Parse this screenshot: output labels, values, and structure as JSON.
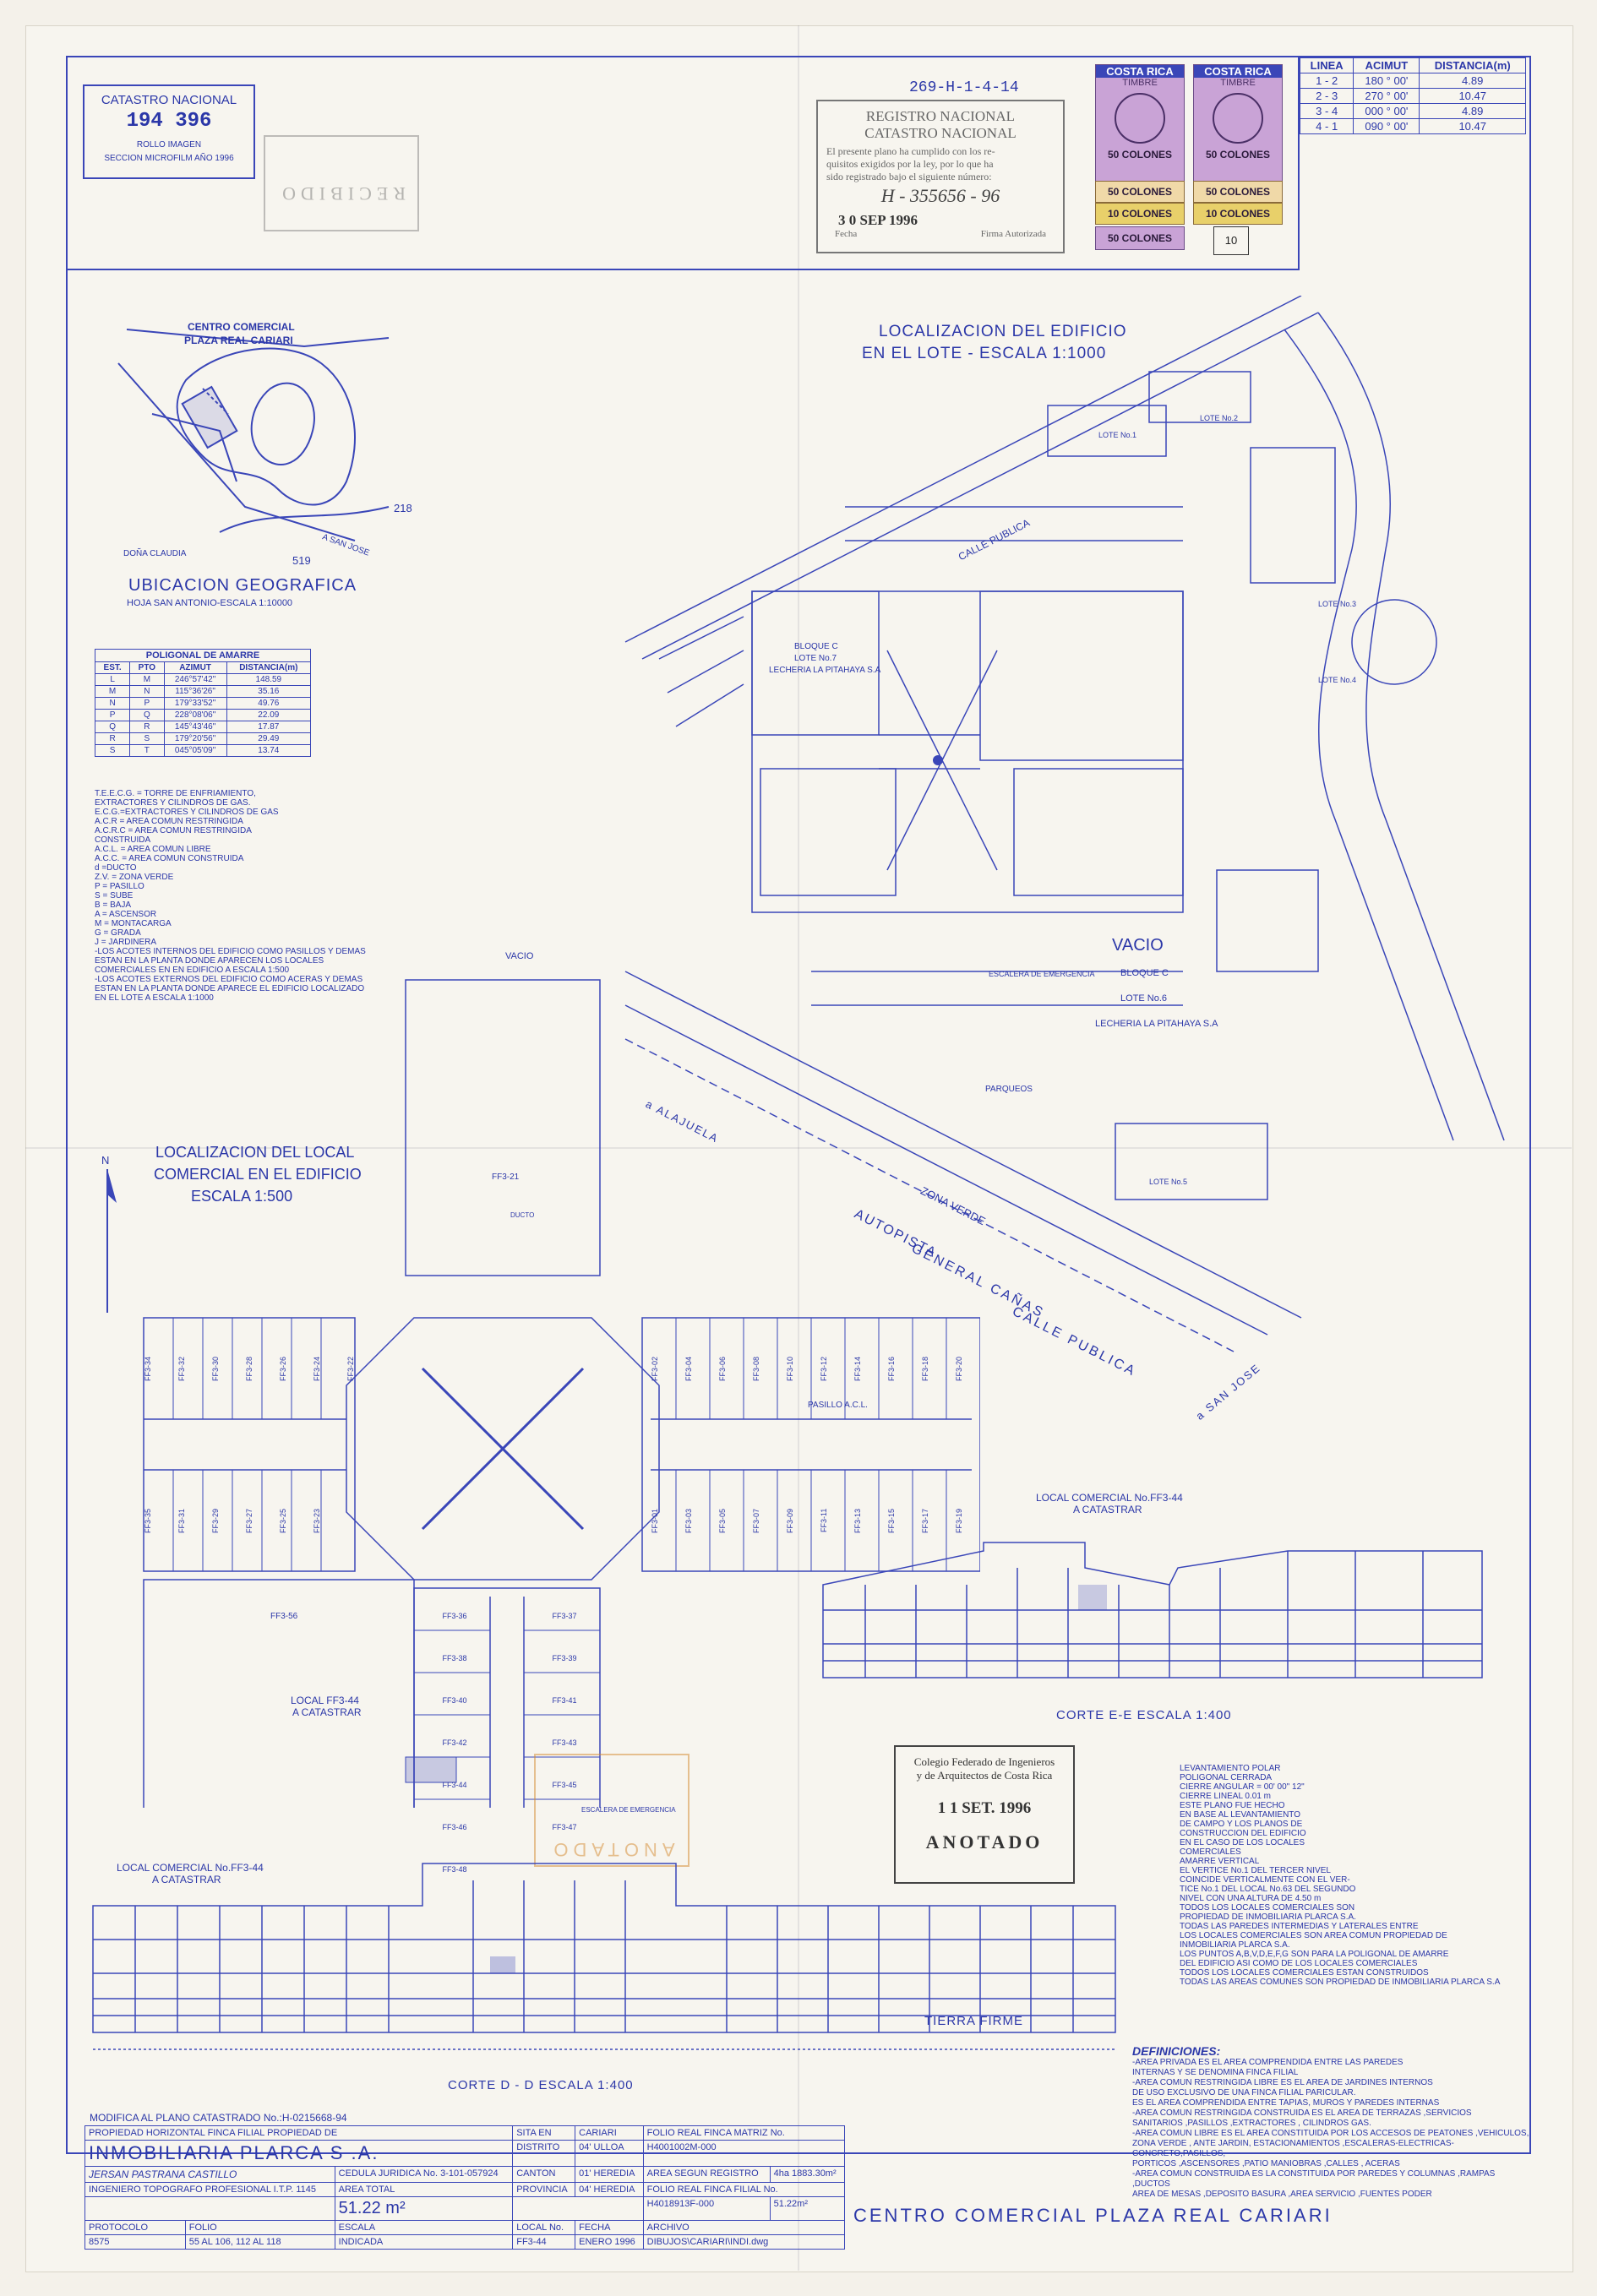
{
  "catastro": {
    "line1": "CATASTRO NACIONAL",
    "number": "194 396",
    "line3": "ROLLO IMAGEN",
    "line4": "SECCION MICROFILM AÑO 1996"
  },
  "header_code": "269-H-1-4-14",
  "registro": {
    "title1": "REGISTRO NACIONAL",
    "title2": "CATASTRO NACIONAL",
    "text1": "El presente plano ha cumplido con los re-",
    "text2": "quisitos exigidos por la ley, por lo que ha",
    "text3": "sido registrado bajo el siguiente número:",
    "number": "H - 355656 - 96",
    "date": "3 0 SEP 1996",
    "fecha_label": "Fecha",
    "firma_label": "Firma Autorizada"
  },
  "timbres": [
    {
      "country": "COSTA RICA",
      "kind": "TIMBRE",
      "value": "50 COLONES"
    },
    {
      "country": "COSTA RICA",
      "kind": "TIMBRE",
      "value": "50 COLONES"
    },
    {
      "country": "",
      "kind": "",
      "value": "50 COLONES"
    },
    {
      "country": "",
      "kind": "",
      "value": "50 COLONES"
    },
    {
      "country": "",
      "kind": "",
      "value": "10 COLONES"
    },
    {
      "country": "",
      "kind": "",
      "value": "10 COLONES"
    },
    {
      "country": "",
      "kind": "",
      "value": "50 COLONES"
    },
    {
      "country": "",
      "kind": "",
      "value": "10"
    }
  ],
  "linea_table": {
    "headers": [
      "LINEA",
      "ACIMUT",
      "DISTANCIA(m)"
    ],
    "rows": [
      [
        "1 - 2",
        "180 ° 00'",
        "4.89"
      ],
      [
        "2 - 3",
        "270 ° 00'",
        "10.47"
      ],
      [
        "3 - 4",
        "000 ° 00'",
        "4.89"
      ],
      [
        "4 - 1",
        "090 ° 00'",
        "10.47"
      ]
    ]
  },
  "ubicacion": {
    "map_label1": "CENTRO COMERCIAL",
    "map_label2": "PLAZA REAL CARIARI",
    "title": "UBICACION GEOGRAFICA",
    "subtitle": "HOJA SAN ANTONIO-ESCALA 1:10000",
    "num_218": "218",
    "num_519": "519",
    "dona_claudia": "DOÑA CLAUDIA",
    "san_jose": "A SAN JOSE"
  },
  "poligonal": {
    "title": "POLIGONAL DE AMARRE",
    "headers": [
      "EST.",
      "PTO",
      "AZIMUT",
      "DISTANCIA(m)"
    ],
    "rows": [
      [
        "L",
        "M",
        "246°57'42\"",
        "148.59"
      ],
      [
        "M",
        "N",
        "115°36'26\"",
        "35.16"
      ],
      [
        "N",
        "P",
        "179°33'52\"",
        "49.76"
      ],
      [
        "P",
        "Q",
        "228°08'06\"",
        "22.09"
      ],
      [
        "Q",
        "R",
        "145°43'46\"",
        "17.87"
      ],
      [
        "R",
        "S",
        "179°20'56\"",
        "29.49"
      ],
      [
        "S",
        "T",
        "045°05'09\"",
        "13.74"
      ]
    ]
  },
  "legend": [
    "T.E.E.C.G. = TORRE DE ENFRIAMIENTO,",
    "EXTRACTORES Y CILINDROS DE GAS.",
    "E.C.G.=EXTRACTORES Y CILINDROS DE GAS",
    "A.C.R = AREA COMUN RESTRINGIDA",
    "A.C.R.C = AREA COMUN RESTRINGIDA",
    "CONSTRUIDA",
    "A.C.L. = AREA COMUN LIBRE",
    "A.C.C. = AREA COMUN CONSTRUIDA",
    "d =DUCTO",
    "Z.V. = ZONA VERDE",
    "P = PASILLO",
    "S = SUBE",
    "B = BAJA",
    "A = ASCENSOR",
    "M = MONTACARGA",
    "G = GRADA",
    "J = JARDINERA",
    "-LOS ACOTES INTERNOS DEL EDIFICIO COMO PASILLOS Y DEMAS",
    "ESTAN EN LA PLANTA DONDE APARECEN LOS LOCALES",
    "COMERCIALES EN EN EDIFICIO A ESCALA 1:500",
    "-LOS ACOTES EXTERNOS DEL EDIFICIO COMO ACERAS Y DEMAS",
    "ESTAN EN LA PLANTA DONDE APARECE EL EDIFICIO LOCALIZADO",
    "EN EL LOTE A ESCALA 1:1000"
  ],
  "localizacion_edificio": {
    "title1": "LOCALIZACION DEL EDIFICIO",
    "title2": "EN EL LOTE - ESCALA 1:1000",
    "calle_publica": "CALLE PUBLICA",
    "bloque_c": "BLOQUE C",
    "lote_7": "LOTE No.7",
    "lechera1": "LECHERIA LA PITAHAYA S.A",
    "vacio": "VACIO",
    "bloque_c2": "BLOQUE C",
    "lote_6": "LOTE No.6",
    "lechera2": "LECHERIA LA PITAHAYA S.A",
    "parqueos": "PARQUEOS",
    "zona_verde": "ZONA VERDE",
    "autopista1": "AUTOPISTA",
    "autopista2": "GENERAL CAÑAS",
    "calle_publica2": "CALLE PUBLICA",
    "a_alajuela": "a ALAJUELA",
    "a_san_jose": "a SAN JOSE",
    "lote_5": "LOTE No.5",
    "lote_1": "LOTE No.1",
    "lote_2": "LOTE No.2",
    "lote_3": "LOTE No.3",
    "lote_4": "LOTE No.4",
    "escalera": "ESCALERA DE EMERGENCIA"
  },
  "localizacion_local": {
    "title1": "LOCALIZACION DEL LOCAL",
    "title2": "COMERCIAL EN EL EDIFICIO",
    "title3": "ESCALA    1:500",
    "north": "N",
    "vacio": "VACIO",
    "local_label1": "LOCAL FF3-44",
    "local_label2": "A CATASTRAR",
    "ff3_21": "FF3-21",
    "ff3_56": "FF3-56",
    "units_top_left": [
      "FF3-34",
      "FF3-32",
      "FF3-30",
      "FF3-28",
      "FF3-26",
      "FF3-24",
      "FF3-22"
    ],
    "units_bottom_left": [
      "FF3-35",
      "FF3-31",
      "FF3-29",
      "FF3-27",
      "FF3-25",
      "FF3-23"
    ],
    "units_top_right": [
      "FF3-02",
      "FF3-04",
      "FF3-06",
      "FF3-08",
      "FF3-10",
      "FF3-12",
      "FF3-14",
      "FF3-16",
      "FF3-18",
      "FF3-20"
    ],
    "units_bottom_right": [
      "FF3-01",
      "FF3-03",
      "FF3-05",
      "FF3-07",
      "FF3-09",
      "FF3-11",
      "FF3-13",
      "FF3-15",
      "FF3-17",
      "FF3-19"
    ],
    "units_south_left": [
      "FF3-36",
      "FF3-38",
      "FF3-40",
      "FF3-42",
      "FF3-44",
      "FF3-46",
      "FF3-48"
    ],
    "units_south_right": [
      "FF3-37",
      "FF3-39",
      "FF3-41",
      "FF3-43",
      "FF3-45",
      "FF3-47"
    ],
    "pasillo": "PASILLO A.C.L.",
    "escalera": "ESCALERA DE EMERGENCIA",
    "ducto": "DUCTO"
  },
  "corte_ee": {
    "label1": "LOCAL COMERCIAL No.FF3-44",
    "label2": "A CATASTRAR",
    "caption": "CORTE   E-E      ESCALA 1:400"
  },
  "corte_dd": {
    "label1": "LOCAL COMERCIAL No.FF3-44",
    "label2": "A CATASTRAR",
    "tierra_firme": "TIERRA FIRME",
    "caption": "CORTE   D - D        ESCALA 1:400"
  },
  "colegio_stamp": {
    "line1": "Colegio Federado de Ingenieros",
    "line2": "y de Arquitectos de Costa Rica",
    "date": "1 1 SET. 1996",
    "anotado": "ANOTADO"
  },
  "notes": [
    "LEVANTAMIENTO POLAR",
    "POLIGONAL  CERRADA",
    "CIERRE ANGULAR  = 00' 00\" 12\"",
    "CIERRE  LINEAL   0.01 m",
    "ESTE PLANO FUE HECHO",
    "EN BASE AL LEVANTAMIENTO",
    "DE CAMPO Y LOS PLANOS DE",
    "CONSTRUCCION DEL EDIFICIO",
    "EN EL CASO DE LOS LOCALES",
    "COMERCIALES",
    "AMARRE VERTICAL",
    "EL VERTICE No.1  DEL TERCER NIVEL",
    "COINCIDE VERTICALMENTE CON EL VER-",
    "TICE No.1 DEL LOCAL No.63 DEL SEGUNDO",
    "NIVEL CON UNA ALTURA DE 4.50 m",
    "TODOS LOS LOCALES COMERCIALES SON",
    "PROPIEDAD DE INMOBILIARIA PLARCA S.A.",
    "TODAS LAS PAREDES INTERMEDIAS Y LATERALES ENTRE",
    "LOS LOCALES COMERCIALES SON AREA COMUN PROPIEDAD DE",
    "INMOBILIARIA PLARCA S.A.",
    "LOS PUNTOS A,B,V,D,E,F,G SON PARA LA POLIGONAL DE AMARRE",
    "DEL EDIFICIO ASI COMO DE LOS LOCALES COMERCIALES",
    "TODOS LOS LOCALES COMERCIALES ESTAN CONSTRUIDOS",
    "TODAS LAS AREAS COMUNES SON PROPIEDAD DE INMOBILIARIA PLARCA S.A"
  ],
  "definiciones": {
    "title": "DEFINICIONES:",
    "items": [
      "-AREA PRIVADA ES EL AREA COMPRENDIDA ENTRE LAS PAREDES",
      "INTERNAS Y SE DENOMINA FINCA FILIAL",
      "-AREA COMUN RESTRINGIDA LIBRE ES EL AREA DE JARDINES INTERNOS",
      "DE USO EXCLUSIVO DE UNA FINCA FILIAL PARICULAR.",
      "ES EL AREA COMPRENDIDA ENTRE TAPIAS, MUROS Y PAREDES INTERNAS",
      "-AREA COMUN RESTRINGIDA CONSTRUIDA ES EL AREA DE TERRAZAS ,SERVICIOS",
      "SANITARIOS ,PASILLOS ,EXTRACTORES , CILINDROS GAS.",
      "-AREA COMUN LIBRE ES EL AREA CONSTITUIDA POR LOS ACCESOS DE PEATONES ,VEHICULOS,",
      "ZONA VERDE  , ANTE JARDIN, ESTACIONAMIENTOS ,ESCALERAS-ELECTRICAS-CONCRETO,PASILLOS,",
      "PORTICOS ,ASCENSORES ,PATIO MANIOBRAS ,CALLES , ACERAS",
      "-AREA COMUN CONSTRUIDA ES LA CONSTITUIDA POR PAREDES Y COLUMNAS ,RAMPAS ,DUCTOS",
      "AREA DE MESAS ,DEPOSITO BASURA ,AREA SERVICIO ,FUENTES PODER"
    ]
  },
  "title_block": {
    "modifica": "MODIFICA AL PLANO CATASTRADO No.:H-0215668-94",
    "propiedad_label": "PROPIEDAD HORIZONTAL FINCA FILIAL PROPIEDAD DE",
    "owner": "INMOBILIARIA PLARCA S .A.",
    "cedula": "CEDULA JURIDICA No.  3-101-057924",
    "area_total_label": "AREA TOTAL",
    "area_total": "51.22 m²",
    "surveyor": "JERSAN PASTRANA CASTILLO",
    "surveyor_title": "INGENIERO TOPOGRAFO PROFESIONAL I.T.P. 1145",
    "sita_label": "SITA EN",
    "sita": "CARIARI",
    "distrito_label": "DISTRITO",
    "distrito": "04' ULLOA",
    "canton_label": "CANTON",
    "canton": "01' HEREDIA",
    "provincia_label": "PROVINCIA",
    "provincia": "04' HEREDIA",
    "folio_matriz_label": "FOLIO REAL FINCA MATRIZ No.",
    "folio_matriz": "H4001002M-000",
    "area_registro_label": "AREA SEGUN REGISTRO",
    "area_registro": "4ha 1883.30m²",
    "folio_filial_label": "FOLIO REAL FINCA FILIAL No.",
    "folio_filial": "H4018913F-000",
    "area_registro2": "51.22m²",
    "protocolo_label": "PROTOCOLO",
    "protocolo": "8575",
    "folio_label": "FOLIO",
    "folio": "55 AL 106, 112 AL 118",
    "escala_label": "ESCALA",
    "escala": "INDICADA",
    "local_label": "LOCAL No.",
    "local": "FF3-44",
    "fecha_label": "FECHA",
    "fecha": "ENERO 1996",
    "archivo_label": "ARCHIVO",
    "archivo": "DIBUJOS\\CARIARI\\INDI.dwg",
    "project": "CENTRO  COMERCIAL  PLAZA  REAL  CARIARI"
  },
  "colors": {
    "ink": "#2b37a8",
    "stamp_gray": "#666666",
    "orange": "#d4892e",
    "paper": "#f7f5ef"
  }
}
